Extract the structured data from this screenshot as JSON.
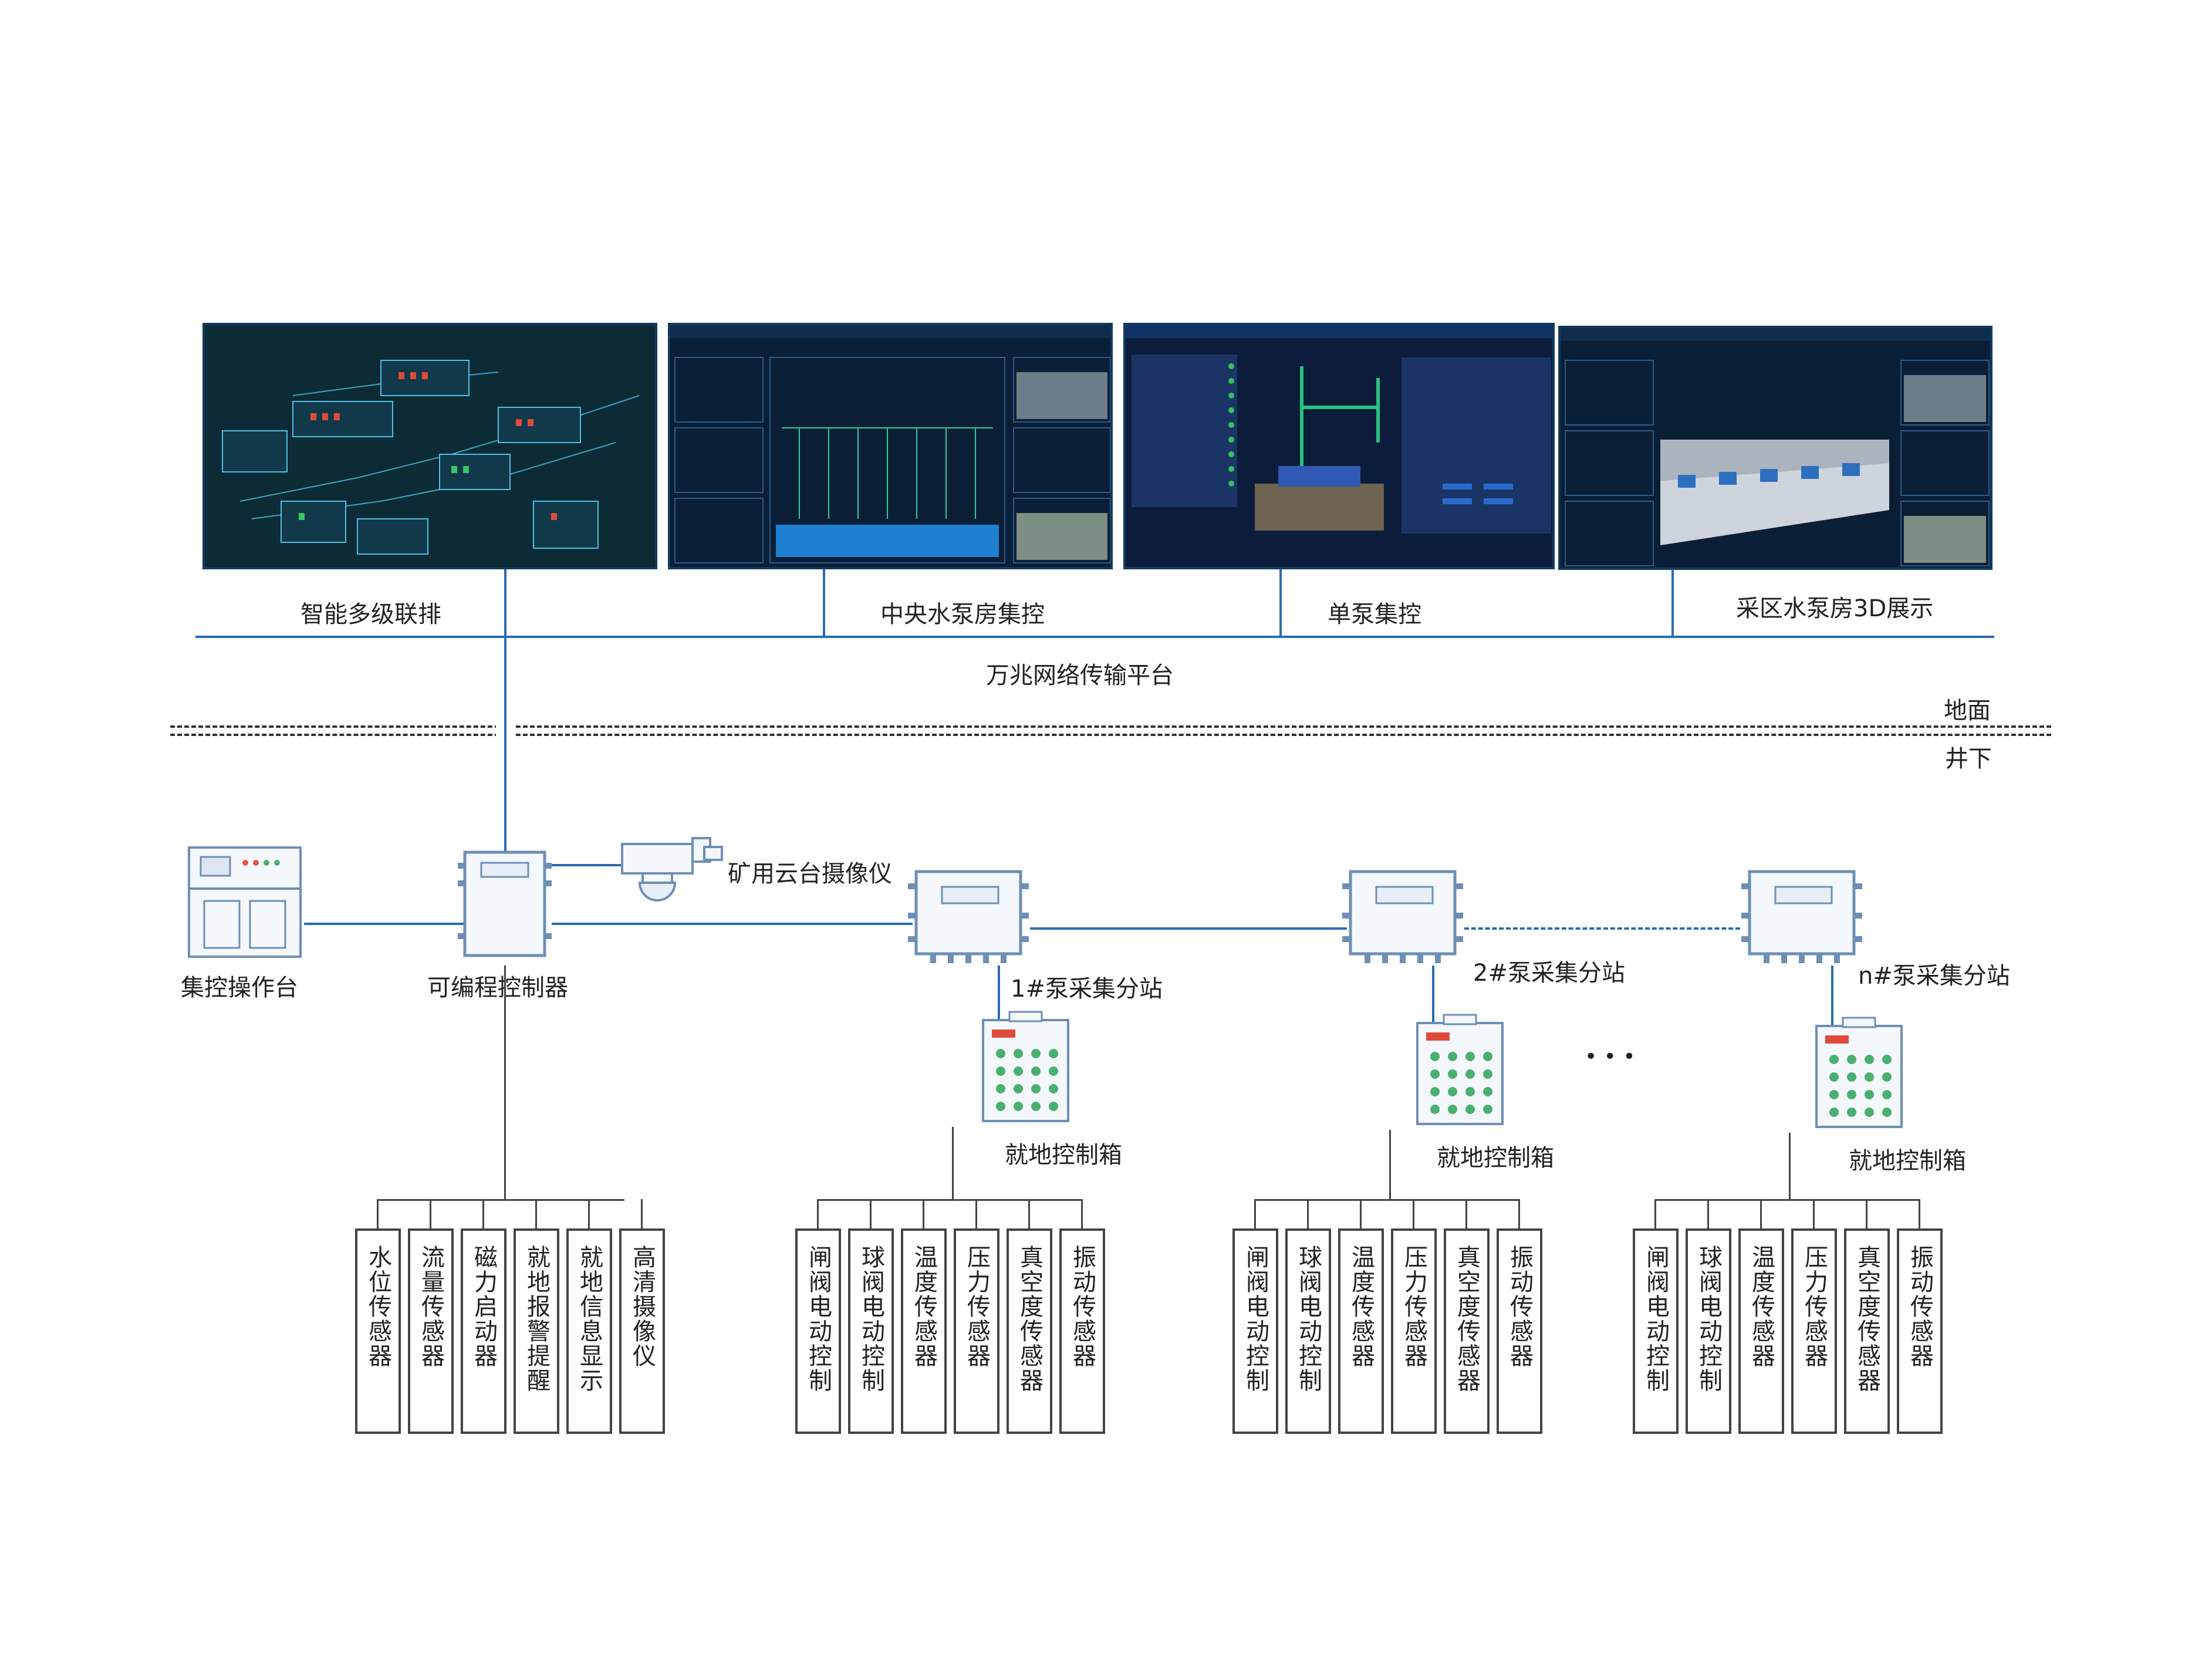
{
  "screens": {
    "s1": {
      "label": "智能多级联排"
    },
    "s2": {
      "label": "中央水泵房集控"
    },
    "s3": {
      "label": "单泵集控"
    },
    "s4": {
      "label": "采区水泵房3D展示"
    }
  },
  "network_label": "万兆网络传输平台",
  "ground_label": "地面",
  "underground_label": "井下",
  "devices": {
    "console": "集控操作台",
    "plc": "可编程控制器",
    "camera": "矿用云台摄像仪",
    "station1": "1#泵采集分站",
    "station2": "2#泵采集分站",
    "stationn": "n#泵采集分站",
    "box1": "就地控制箱",
    "box2": "就地控制箱",
    "boxn": "就地控制箱",
    "ellipsis": "• • •"
  },
  "sensor_groups": {
    "plc": [
      "水位传感器",
      "流量传感器",
      "磁力启动器",
      "就地报警提醒",
      "就地信息显示",
      "高清摄像仪"
    ],
    "pump1": [
      "闸阀电动控制",
      "球阀电动控制",
      "温度传感器",
      "压力传感器",
      "真空度传感器",
      "振动传感器"
    ],
    "pump2": [
      "闸阀电动控制",
      "球阀电动控制",
      "温度传感器",
      "压力传感器",
      "真空度传感器",
      "振动传感器"
    ],
    "pumpn": [
      "闸阀电动控制",
      "球阀电动控制",
      "温度传感器",
      "压力传感器",
      "真空度传感器",
      "振动传感器"
    ]
  },
  "colors": {
    "link": "#2b6cb0",
    "screen_bg": "#0a1f33",
    "ground_line": "#333333"
  }
}
